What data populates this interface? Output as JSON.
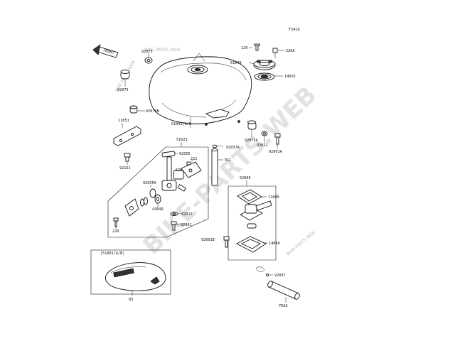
{
  "diagram_id": "F2418",
  "front_label": "FRONT",
  "watermark": "BIKE-PARTS.WEB",
  "watermark_small": "BIKE-PARTS.WEB",
  "parts": {
    "p92075a": "92075",
    "p92075b": "92075",
    "p92075b2": "92075B",
    "p51001": "51001/A/B",
    "p120": "120",
    "p220a": "220A",
    "p51049": "51049",
    "p14025": "14025",
    "p92075a2": "92075A",
    "p92022": "92022",
    "p92001a": "92001A",
    "p11051": "11051",
    "p92151": "92151",
    "p51023": "51023",
    "p92055": "92055",
    "p221": "221",
    "p670": "670",
    "p92055a": "92055A",
    "p43049": "43049",
    "p92022b": "92022",
    "p92001": "92001",
    "p220": "220",
    "p92037a": "92037A",
    "p702": "702",
    "p52005": "52005",
    "p11009": "11009",
    "p92001b": "92001B",
    "p14090": "14090",
    "p92037": "92037",
    "p702a": "702A",
    "p51001ab": "(51001/A/B)",
    "p83": "83"
  }
}
